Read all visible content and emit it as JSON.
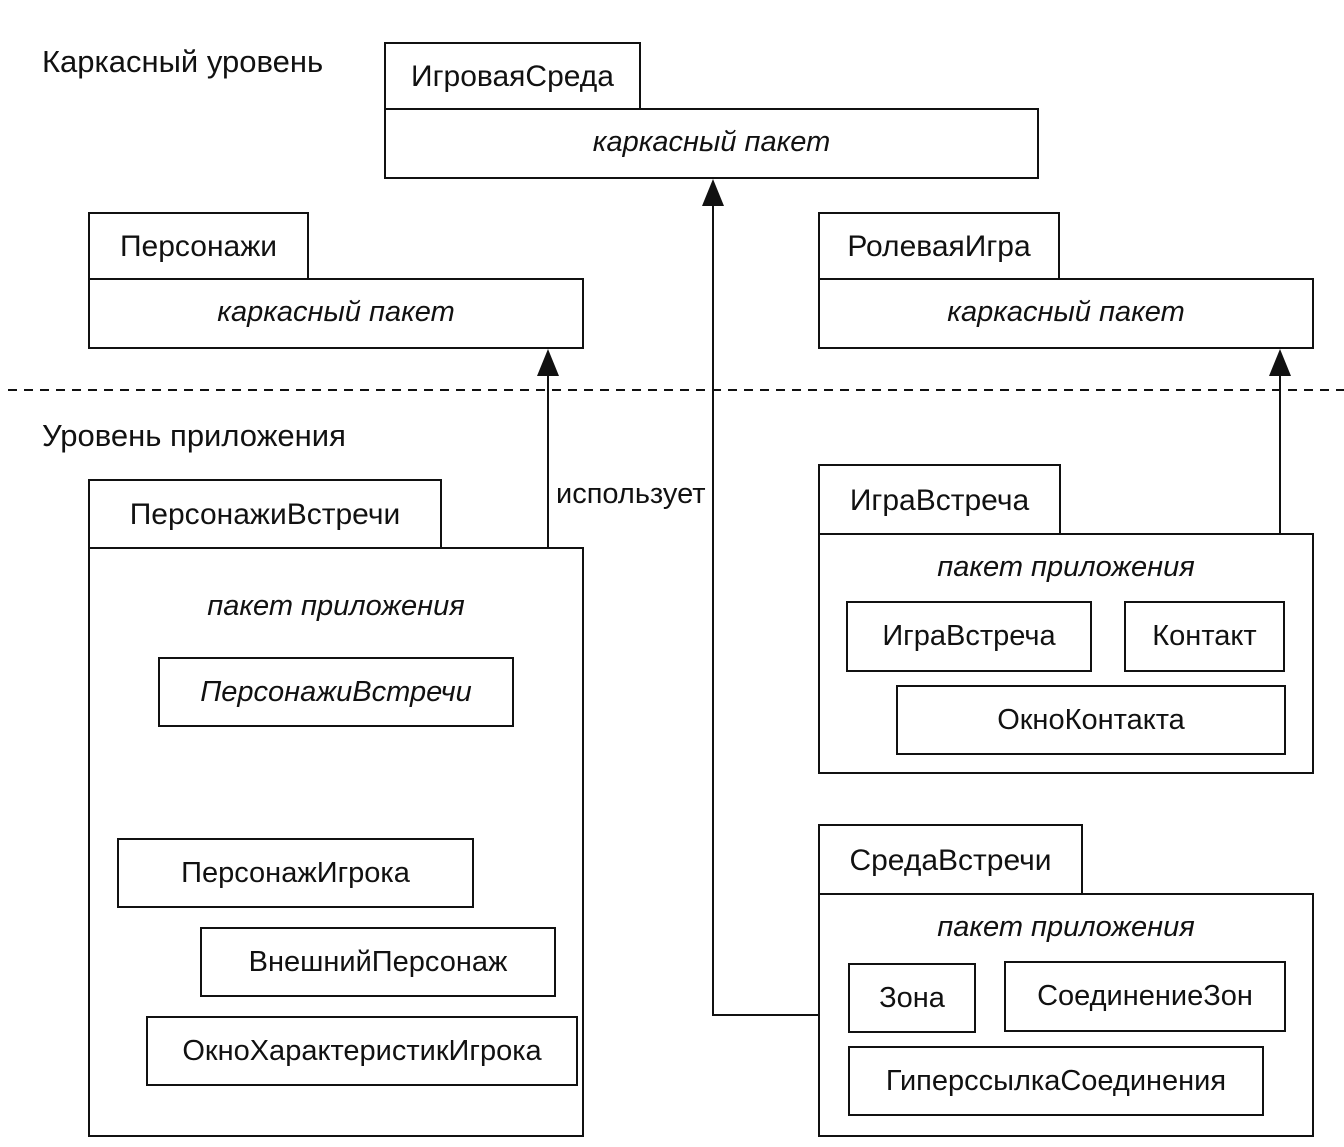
{
  "levels": {
    "framework": "Каркасный уровень",
    "application": "Уровень приложения"
  },
  "packages": {
    "game_env": {
      "name": "ИгроваяСреда",
      "stereotype": "каркасный пакет"
    },
    "characters": {
      "name": "Персонажи",
      "stereotype": "каркасный пакет"
    },
    "role_game": {
      "name": "РолеваяИгра",
      "stereotype": "каркасный пакет"
    },
    "encounter_characters": {
      "name": "ПерсонажиВстречи",
      "stereotype": "пакет приложения",
      "classes": {
        "abstract": "ПерсонажиВстречи",
        "player_char": "ПерсонажИгрока",
        "external_char": "ВнешнийПерсонаж",
        "stats_window": "ОкноХарактеристикИгрока"
      }
    },
    "encounter_game": {
      "name": "ИграВстреча",
      "stereotype": "пакет приложения",
      "classes": {
        "game": "ИграВстреча",
        "contact": "Контакт",
        "contact_window": "ОкноКонтакта"
      }
    },
    "encounter_env": {
      "name": "СредаВстречи",
      "stereotype": "пакет приложения",
      "classes": {
        "zone": "Зона",
        "zone_link": "СоединениеЗон",
        "hyperlink": "ГиперссылкаСоединения"
      }
    }
  },
  "relations": {
    "uses_label": "использует"
  }
}
